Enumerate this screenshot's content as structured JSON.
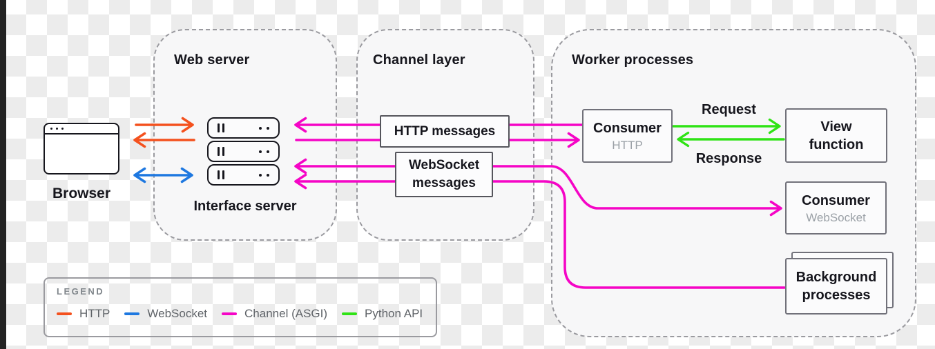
{
  "colors": {
    "http": "#f4511e",
    "websocket": "#1e78e0",
    "channel": "#f505c6",
    "python_api": "#2fe315"
  },
  "browser": {
    "label": "Browser"
  },
  "web_server": {
    "title": "Web server",
    "server_label": "Interface server"
  },
  "channel_layer": {
    "title": "Channel layer",
    "http_messages_box": "HTTP messages",
    "websocket_messages_box": "WebSocket messages"
  },
  "worker": {
    "title": "Worker processes",
    "consumer_http": {
      "title": "Consumer",
      "subtitle": "HTTP"
    },
    "view_function": "View function",
    "request_label": "Request",
    "response_label": "Response",
    "consumer_websocket": {
      "title": "Consumer",
      "subtitle": "WebSocket"
    },
    "background_processes": "Background processes"
  },
  "legend": {
    "title": "LEGEND",
    "items": [
      {
        "label": "HTTP",
        "color": "#f4511e"
      },
      {
        "label": "WebSocket",
        "color": "#1e78e0"
      },
      {
        "label": "Channel (ASGI)",
        "color": "#f505c6"
      },
      {
        "label": "Python API",
        "color": "#2fe315"
      }
    ]
  }
}
